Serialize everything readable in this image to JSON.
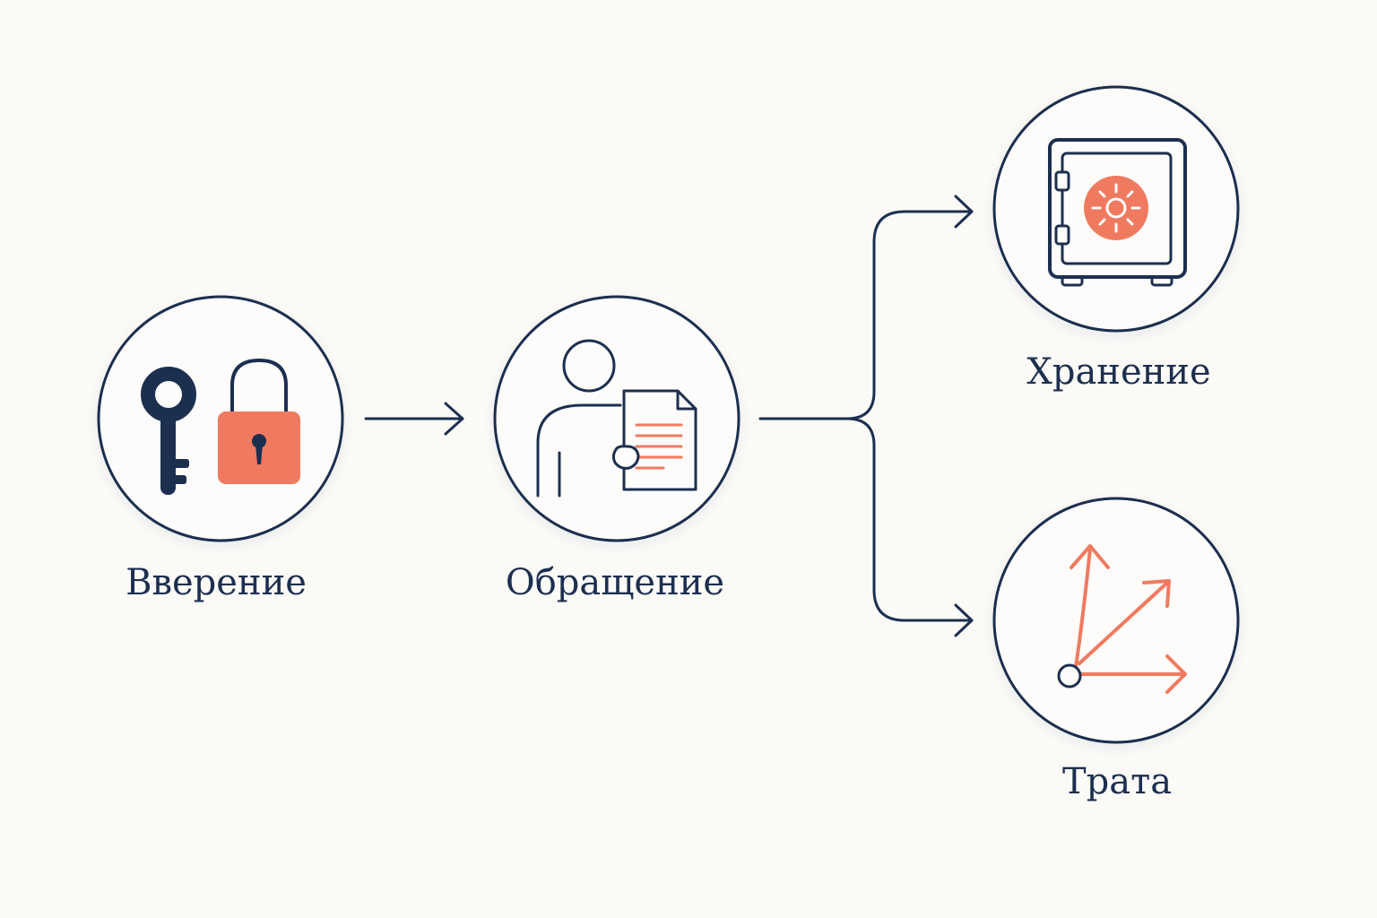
{
  "colors": {
    "background": "#fbfaf7",
    "stroke": "#1d2f4f",
    "accent": "#f07a60"
  },
  "nodes": [
    {
      "id": "entrust",
      "label": "Вверение",
      "icon": "key-and-padlock-icon"
    },
    {
      "id": "handling",
      "label": "Обращение",
      "icon": "person-with-document-icon"
    },
    {
      "id": "storage",
      "label": "Хранение",
      "icon": "safe-icon"
    },
    {
      "id": "spending",
      "label": "Трата",
      "icon": "diverging-arrows-icon"
    }
  ],
  "edges": [
    {
      "from": "entrust",
      "to": "handling"
    },
    {
      "from": "handling",
      "to": "storage"
    },
    {
      "from": "handling",
      "to": "spending"
    }
  ]
}
